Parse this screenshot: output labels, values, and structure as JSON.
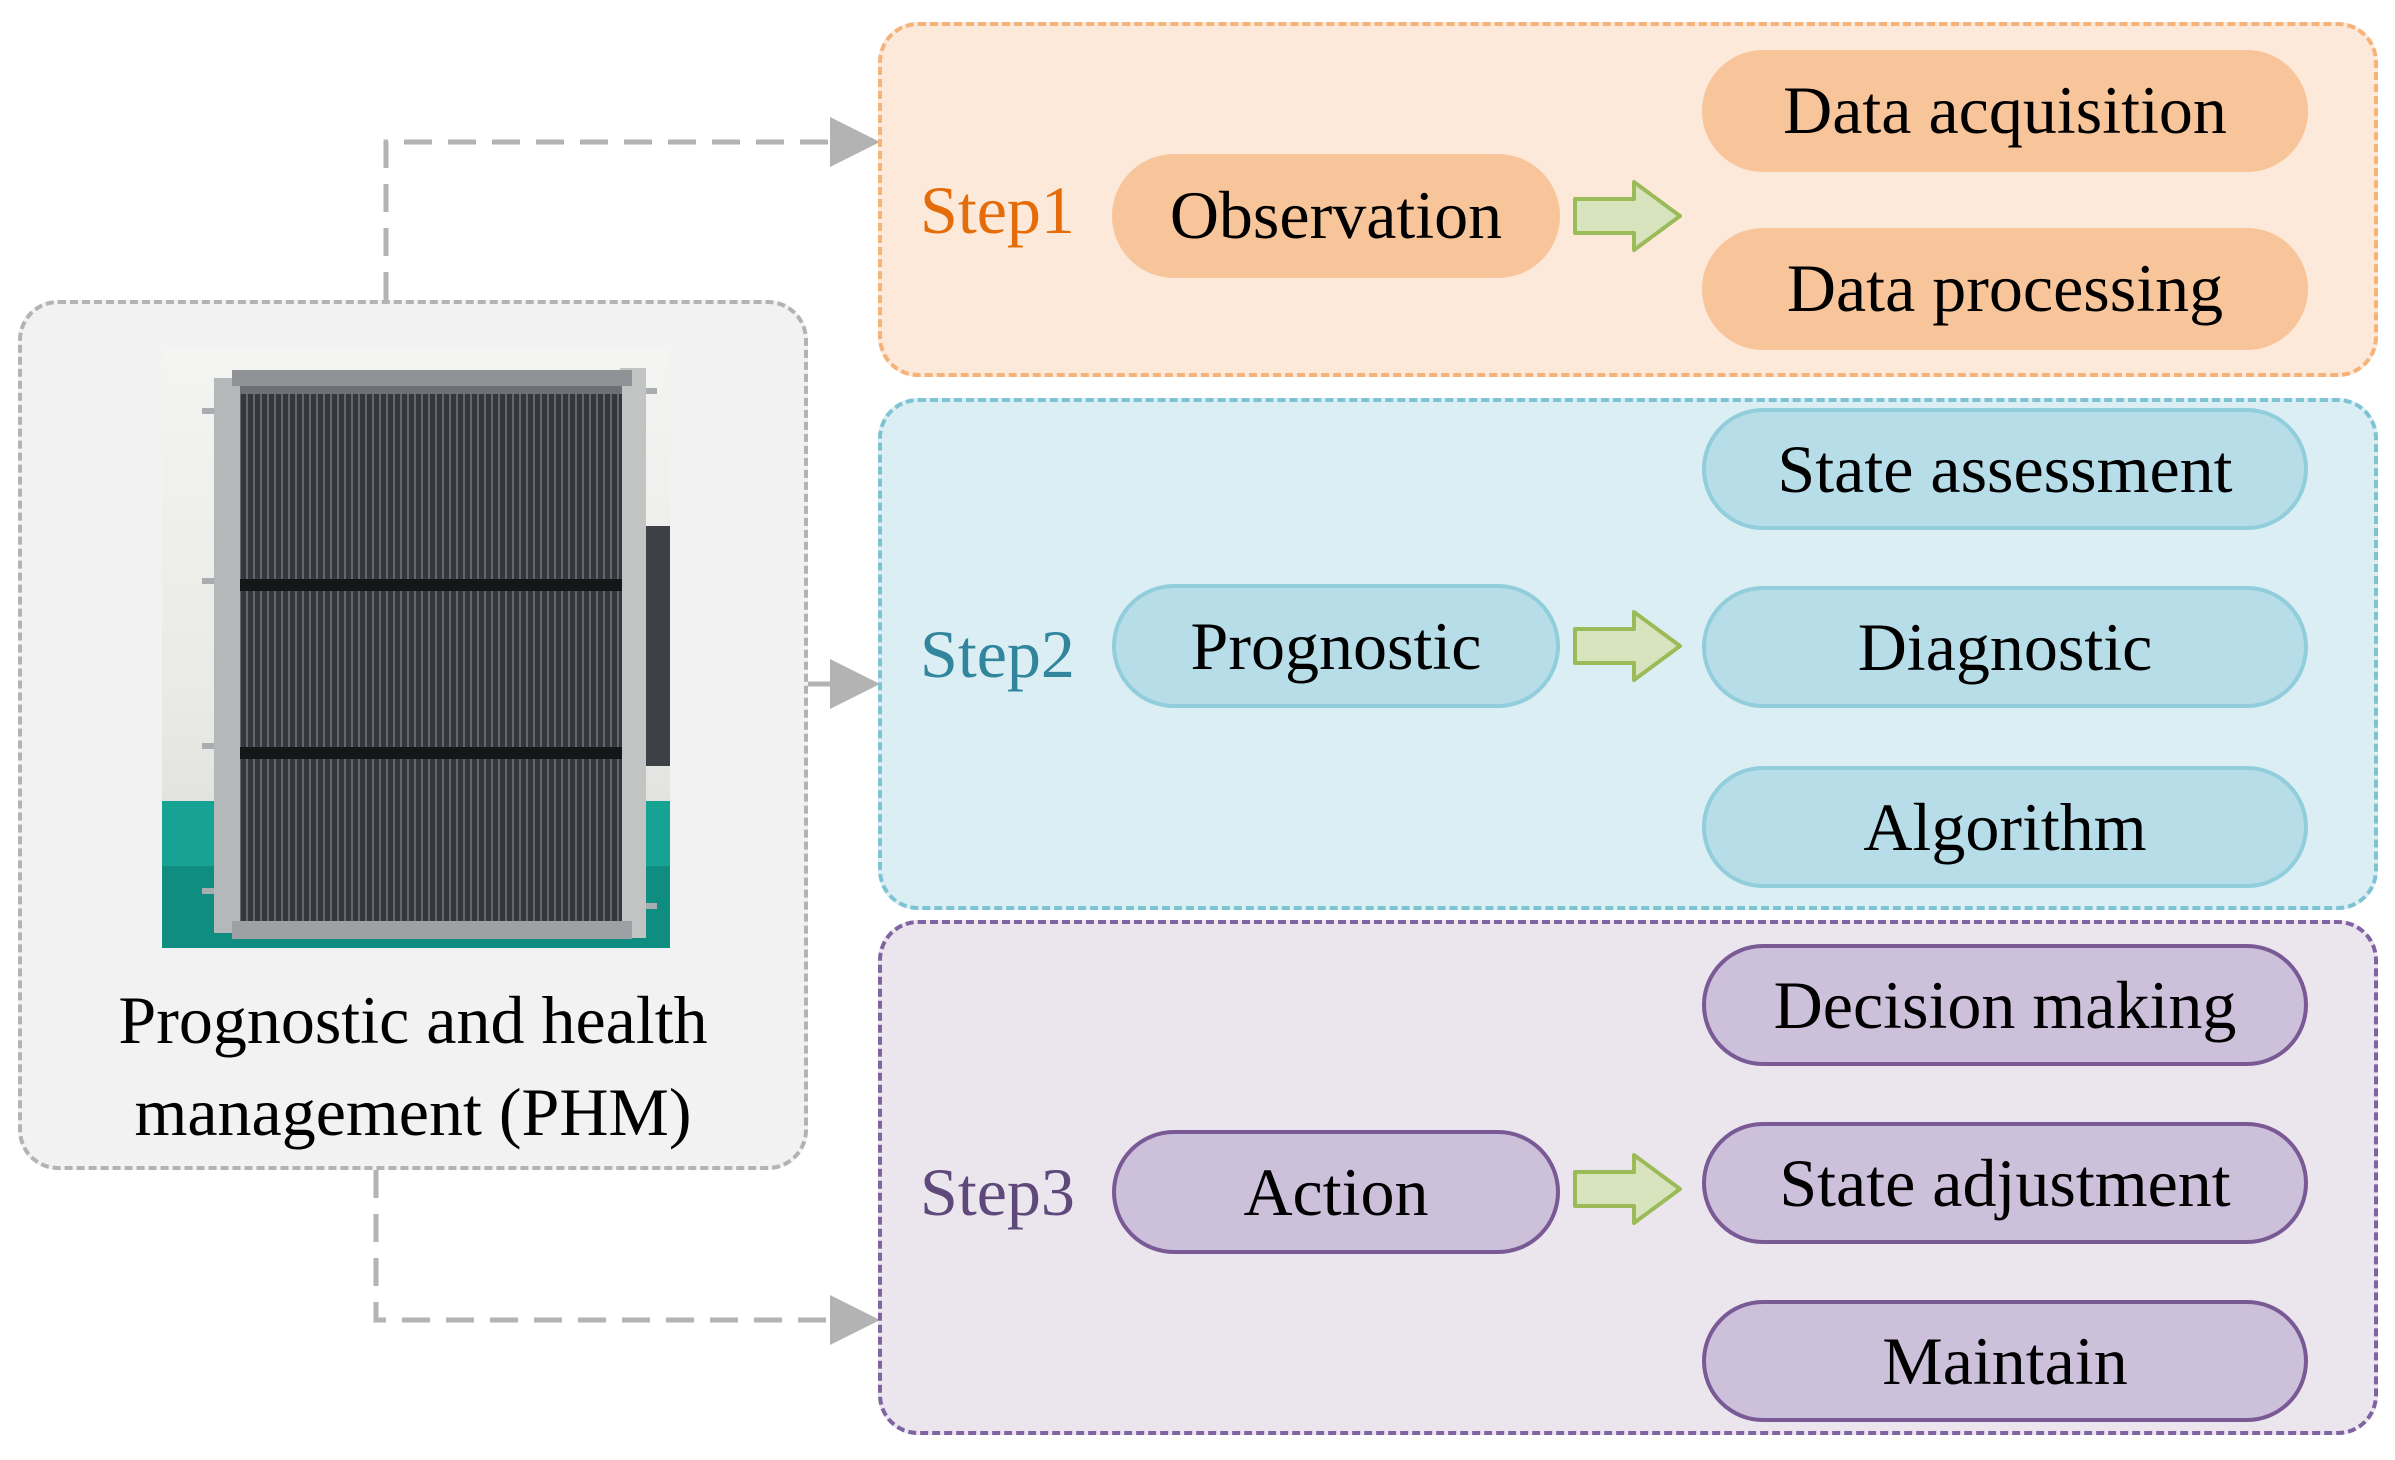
{
  "diagram": {
    "phm": {
      "label": "Prognostic and health\nmanagement (PHM)",
      "image": "fuel-cell-stack-photo"
    },
    "steps": [
      {
        "label": "Step1",
        "main": "Observation",
        "items": [
          "Data acquisition",
          "Data processing"
        ],
        "colors": {
          "fill": "#fce9d9",
          "border": "#f5b37a",
          "label": "#e46c0a",
          "pill": "#f8c59b"
        }
      },
      {
        "label": "Step2",
        "main": "Prognostic",
        "items": [
          "State assessment",
          "Diagnostic",
          "Algorithm"
        ],
        "colors": {
          "fill": "#dbeef4",
          "border": "#7ec3d4",
          "label": "#31859c",
          "pill": "#b7dee8"
        }
      },
      {
        "label": "Step3",
        "main": "Action",
        "items": [
          "Decision making",
          "State adjustment",
          "Maintain"
        ],
        "colors": {
          "fill": "#ebe6ee",
          "border": "#8064a2",
          "label": "#5f497a",
          "pill": "#ccc0da"
        }
      }
    ],
    "colors": {
      "connector": "#b3b3b3",
      "arrow_fill": "#d7e4bd",
      "arrow_stroke": "#9bbb59"
    }
  }
}
